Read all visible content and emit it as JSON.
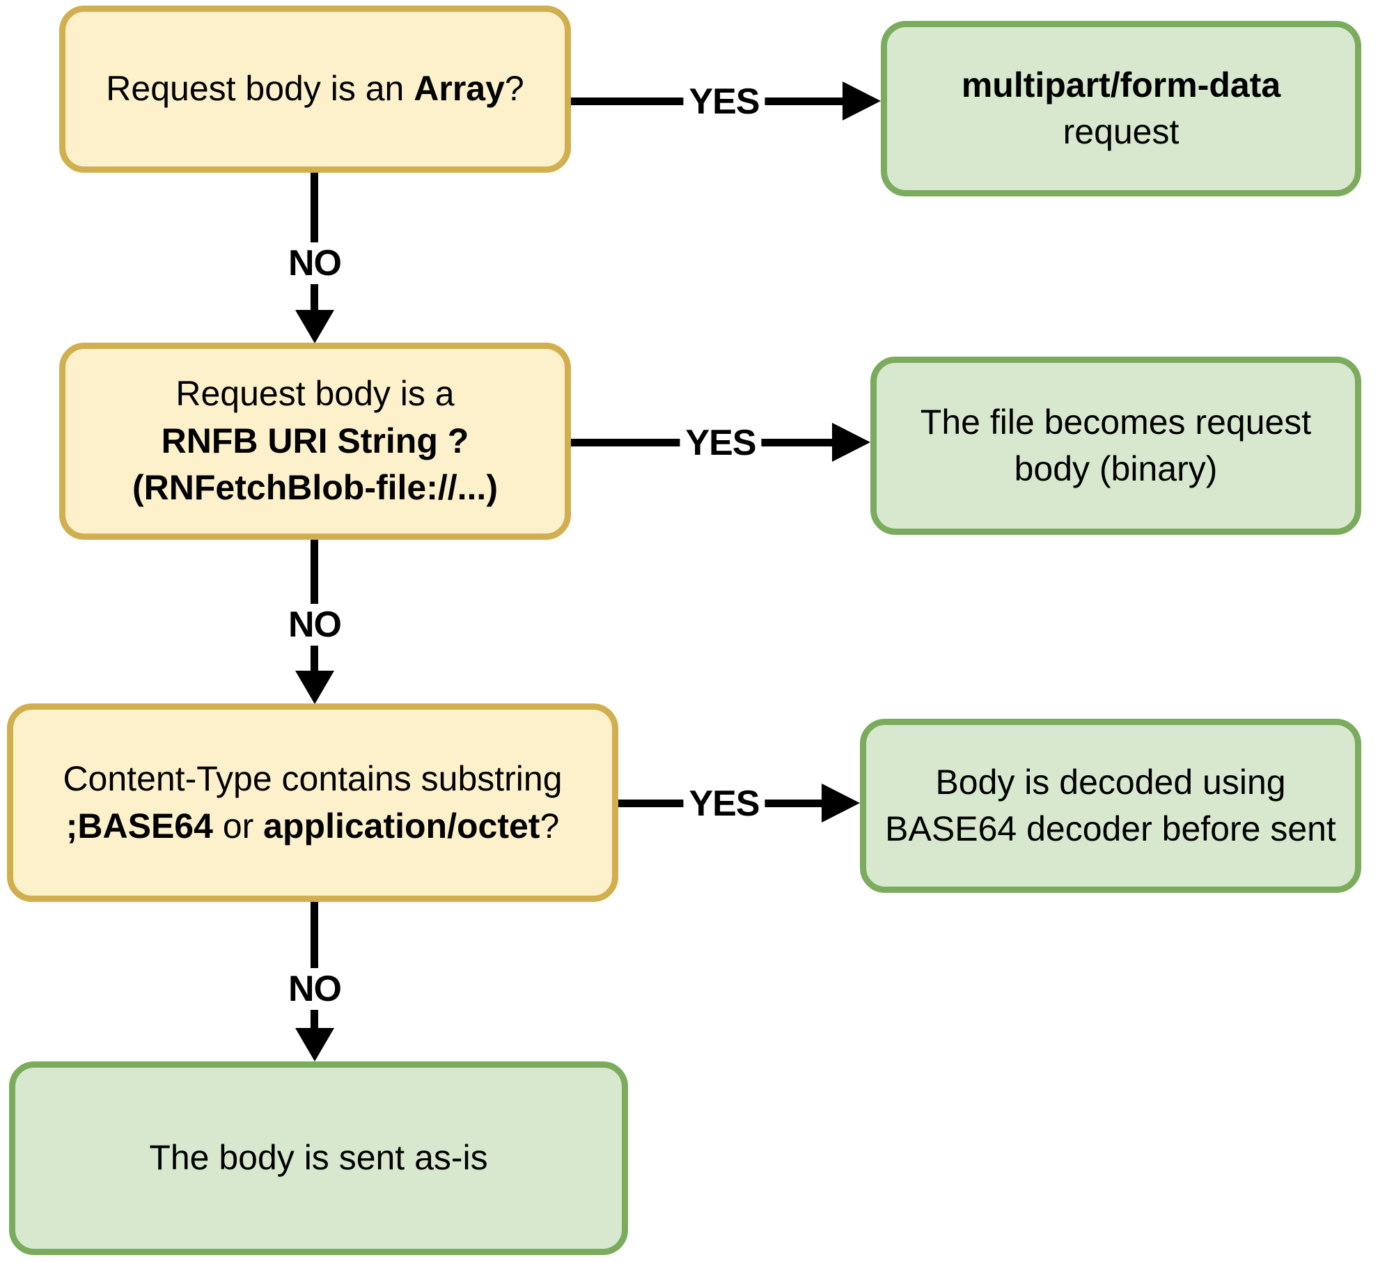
{
  "labels": {
    "yes": "YES",
    "no": "NO"
  },
  "colors": {
    "question_fill": "#FCF1CB",
    "question_border": "#D1AF4F",
    "result_fill": "#D7E8CE",
    "result_border": "#7BAC5D",
    "line": "#000000",
    "background": "#FFFFFF",
    "text": "#000000"
  },
  "nodes": {
    "q_array": {
      "type": "question",
      "lines": [
        [
          {
            "t": "Request body is an ",
            "b": false
          },
          {
            "t": "Array",
            "b": true
          },
          {
            "t": "?",
            "b": false
          }
        ]
      ]
    },
    "r_multipart": {
      "type": "result",
      "lines": [
        [
          {
            "t": "multipart/form-data",
            "b": true
          }
        ],
        [
          {
            "t": "request",
            "b": false
          }
        ]
      ]
    },
    "q_rnfb": {
      "type": "question",
      "lines": [
        [
          {
            "t": "Request body is a",
            "b": false
          }
        ],
        [
          {
            "t": "RNFB URI String ?",
            "b": true
          }
        ],
        [
          {
            "t": "(RNFetchBlob-file://...)",
            "b": true
          }
        ]
      ]
    },
    "r_file_body": {
      "type": "result",
      "lines": [
        [
          {
            "t": "The file becomes request",
            "b": false
          }
        ],
        [
          {
            "t": "body (binary)",
            "b": false
          }
        ]
      ]
    },
    "q_base64": {
      "type": "question",
      "lines": [
        [
          {
            "t": "Content-Type contains substring",
            "b": false
          }
        ],
        [
          {
            "t": ";BASE64",
            "b": true
          },
          {
            "t": " or ",
            "b": false
          },
          {
            "t": "application/octet",
            "b": true
          },
          {
            "t": "?",
            "b": false
          }
        ]
      ]
    },
    "r_decoded": {
      "type": "result",
      "lines": [
        [
          {
            "t": "Body is decoded using",
            "b": false
          }
        ],
        [
          {
            "t": "BASE64 decoder before sent",
            "b": false
          }
        ]
      ]
    },
    "r_as_is": {
      "type": "result",
      "lines": [
        [
          {
            "t": "The body is sent as-is",
            "b": false
          }
        ]
      ]
    }
  }
}
